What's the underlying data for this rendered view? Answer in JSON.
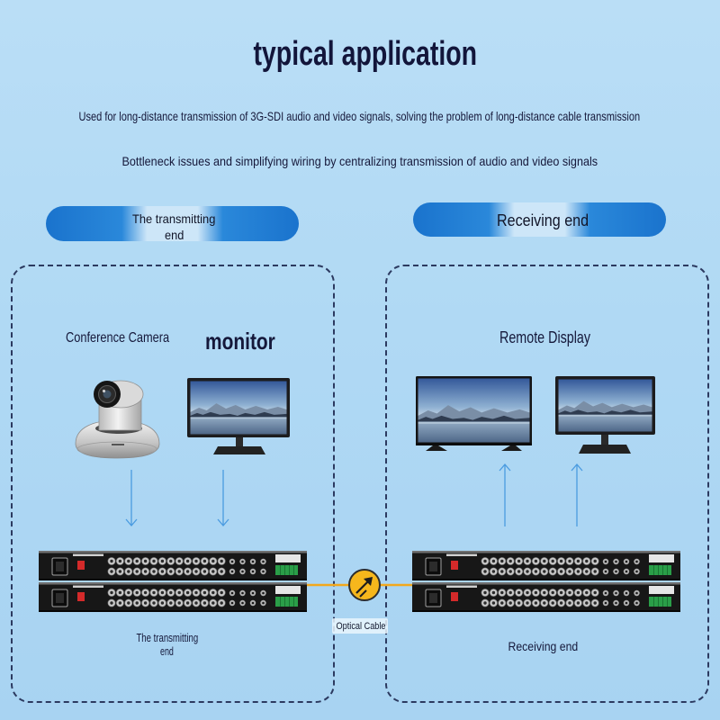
{
  "header": {
    "title": "typical application",
    "description_line1": "Used for long-distance transmission of 3G-SDI audio and video signals, solving the problem of long-distance cable transmission",
    "description_line2": "Bottleneck issues and simplifying wiring by centralizing transmission of audio and video signals"
  },
  "transmit_side": {
    "banner_line1": "The transmitting",
    "banner_line2": "end",
    "camera_label": "Conference Camera",
    "monitor_label": "monitor",
    "footer_line1": "The transmitting",
    "footer_line2": "end"
  },
  "receive_side": {
    "banner": "Receiving end",
    "display_label": "Remote Display",
    "footer": "Receiving end"
  },
  "link": {
    "cable_label": "Optical Cable"
  },
  "icons": {
    "camera": "ptz-camera-icon",
    "monitor": "monitor-icon",
    "tv": "tv-icon",
    "transceiver": "fiber-transceiver-icon",
    "optical_link": "optical-link-icon"
  },
  "colors": {
    "background": "#b0d9f4",
    "banner_blue": "#1a73cd",
    "panel_border": "#2c3a60",
    "signal_arrow": "#4a9be0",
    "fiber_cable": "#f3a81c",
    "power_switch": "#d42a2a",
    "terminal_block": "#2a9e48"
  }
}
